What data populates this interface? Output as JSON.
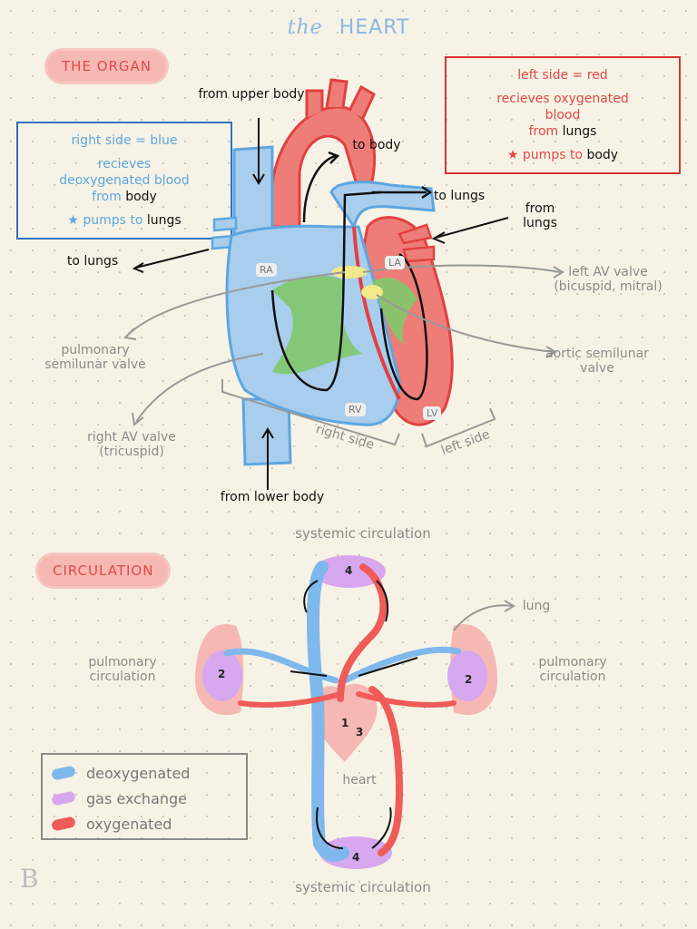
{
  "title": {
    "script": "the",
    "main": "HEART"
  },
  "sections": {
    "organ": "THE ORGAN",
    "circulation": "CIRCULATION"
  },
  "left_box": {
    "line1": "left side = red",
    "line2": "recieves oxygenated",
    "line3": "blood",
    "line4_prefix": "from",
    "line4_word": "lungs",
    "line5_prefix": "pumps to",
    "line5_word": "body"
  },
  "right_box": {
    "line1": "right side = blue",
    "line2": "recieves",
    "line3": "deoxygenated blood",
    "line4_prefix": "from",
    "line4_word": "body",
    "line5_prefix": "pumps to",
    "line5_word": "lungs"
  },
  "heart_labels": {
    "from_upper_body": "from upper body",
    "to_body": "to body",
    "to_lungs_right": "to lungs",
    "from_lungs": "from lungs",
    "to_lungs_left": "to lungs",
    "ra": "RA",
    "la": "LA",
    "rv": "RV",
    "lv": "LV",
    "left_av_valve": "left AV valve (bicuspid, mitral)",
    "aortic_valve": "aortic semilunar valve",
    "pulmonary_valve": "pulmonary semilunar valve",
    "right_av_valve": "right AV valve (tricuspid)",
    "right_side": "right side",
    "left_side": "left side",
    "from_lower_body": "from lower body"
  },
  "circulation": {
    "systemic_top": "systemic circulation",
    "systemic_bottom": "systemic circulation",
    "pulmonary_left": "pulmonary circulation",
    "pulmonary_right": "pulmonary circulation",
    "lung": "lung",
    "heart": "heart",
    "n1": "1",
    "n2a": "2",
    "n2b": "2",
    "n3": "3",
    "n4a": "4",
    "n4b": "4"
  },
  "legend": [
    {
      "label": "deoxygenated",
      "color": "#7fb8ec"
    },
    {
      "label": "gas exchange",
      "color": "#d7a8ef"
    },
    {
      "label": "oxygenated",
      "color": "#ef5b58"
    }
  ],
  "signature": "B",
  "colors": {
    "blue": "#7fb8ec",
    "red": "#ef5b58",
    "pink": "#f6b8b2",
    "purple": "#d7a8ef",
    "green": "#7fc86a",
    "yellow": "#f2e98a"
  }
}
